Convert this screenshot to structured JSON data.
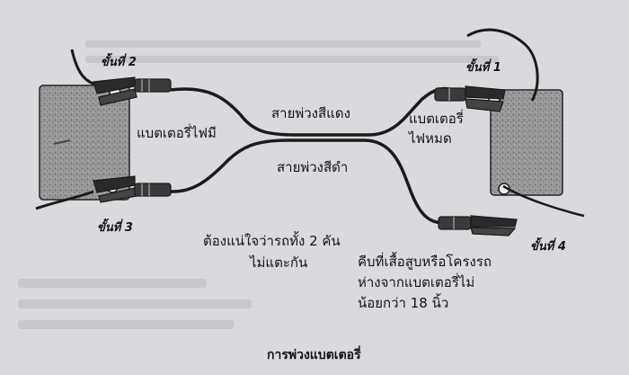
{
  "diagram": {
    "caption": "การพ่วงแบตเตอรี่",
    "step_labels": {
      "step1": "ขั้นที่ 1",
      "step2": "ขั้นที่ 2",
      "step3": "ขั้นที่ 3",
      "step4": "ขั้นที่ 4"
    },
    "battery_labels": {
      "good_battery": "แบตเตอรี่ไฟมี",
      "dead_battery_line1": "แบตเตอรี่",
      "dead_battery_line2": "ไฟหมด"
    },
    "cable_labels": {
      "red_cable": "สายพ่วงสีแดง",
      "black_cable": "สายพ่วงสีดำ"
    },
    "notes": {
      "cars_line1": "ต้องแน่ใจว่ารถทั้ง 2 คัน",
      "cars_line2": "ไม่แตะกัน",
      "clamp_line1": "คีบที่เสื้อสูบหรือโครงรถ",
      "clamp_line2": "ห่างจากแบตเตอรี่ไม่",
      "clamp_line3": "น้อยกว่า 18 นิ้ว"
    },
    "colors": {
      "paper": "#d9dadd",
      "ink": "#1a1a1a",
      "battery_fill": "#8d8d8d"
    }
  }
}
